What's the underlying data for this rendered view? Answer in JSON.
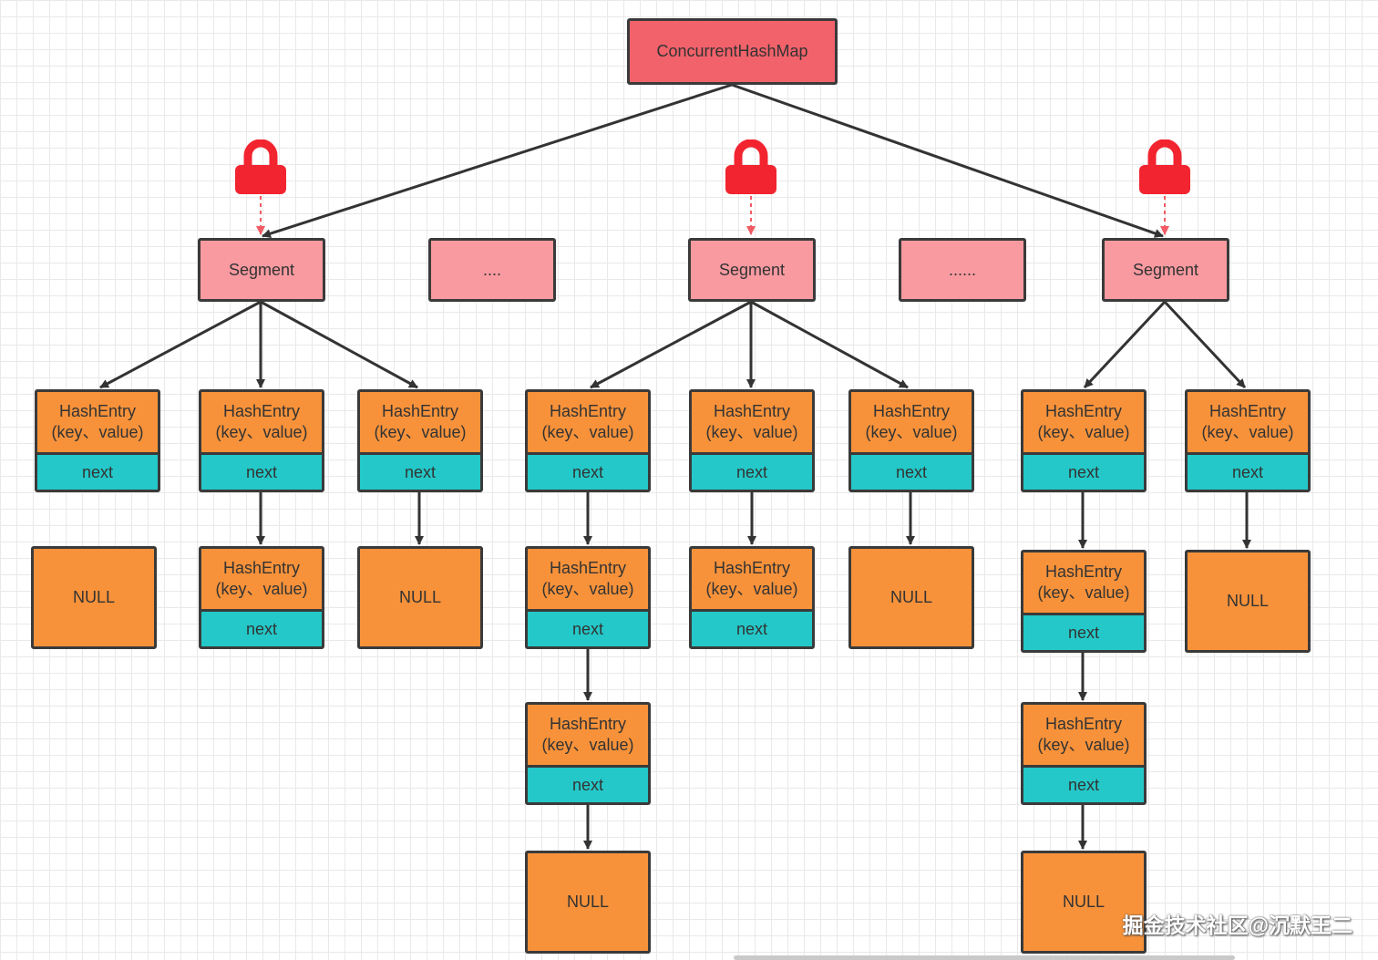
{
  "diagram": {
    "root": {
      "label": "ConcurrentHashMap"
    },
    "segment_label": "Segment",
    "ellipsis_short": "....",
    "ellipsis_long": "......",
    "entry_title": "HashEntry",
    "entry_kv": "(key、value)",
    "entry_next": "next",
    "null_label": "NULL",
    "lock_icon": "lock-icon"
  },
  "watermark": "掘金技术社区@沉默王二"
}
